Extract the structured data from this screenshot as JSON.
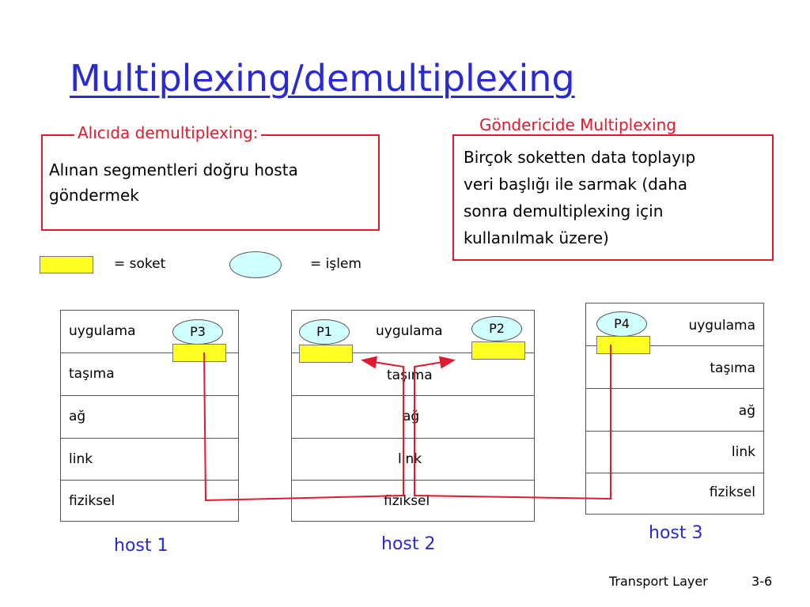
{
  "title": "Multiplexing/demultiplexing",
  "receiver_box": {
    "heading": "Alıcıda demultiplexing:",
    "text_line1": "Alınan segmentleri doğru hosta",
    "text_line2": "göndermek"
  },
  "sender_box": {
    "heading": "Göndericide Multiplexing",
    "text_line1": "Birçok soketten data toplayıp",
    "text_line2": "veri başlığı ile sarmak (daha",
    "text_line3": "sonra demultiplexing için",
    "text_line4": "kullanılmak üzere)"
  },
  "legend": {
    "socket_label": "= soket",
    "process_label": "= işlem"
  },
  "layers": [
    "uygulama",
    "taşıma",
    "ağ",
    "link",
    "fiziksel"
  ],
  "processes": {
    "p1": "P1",
    "p2": "P2",
    "p3": "P3",
    "p4": "P4"
  },
  "hosts": {
    "host1": "host 1",
    "host2": "host 2",
    "host3": "host 3"
  },
  "footer": {
    "chapter": "Transport Layer",
    "page": "3-6"
  },
  "colors": {
    "title": "#2a2ad2",
    "accent": "#e0192b",
    "socket": "#ffff22",
    "process": "#cfffff"
  }
}
